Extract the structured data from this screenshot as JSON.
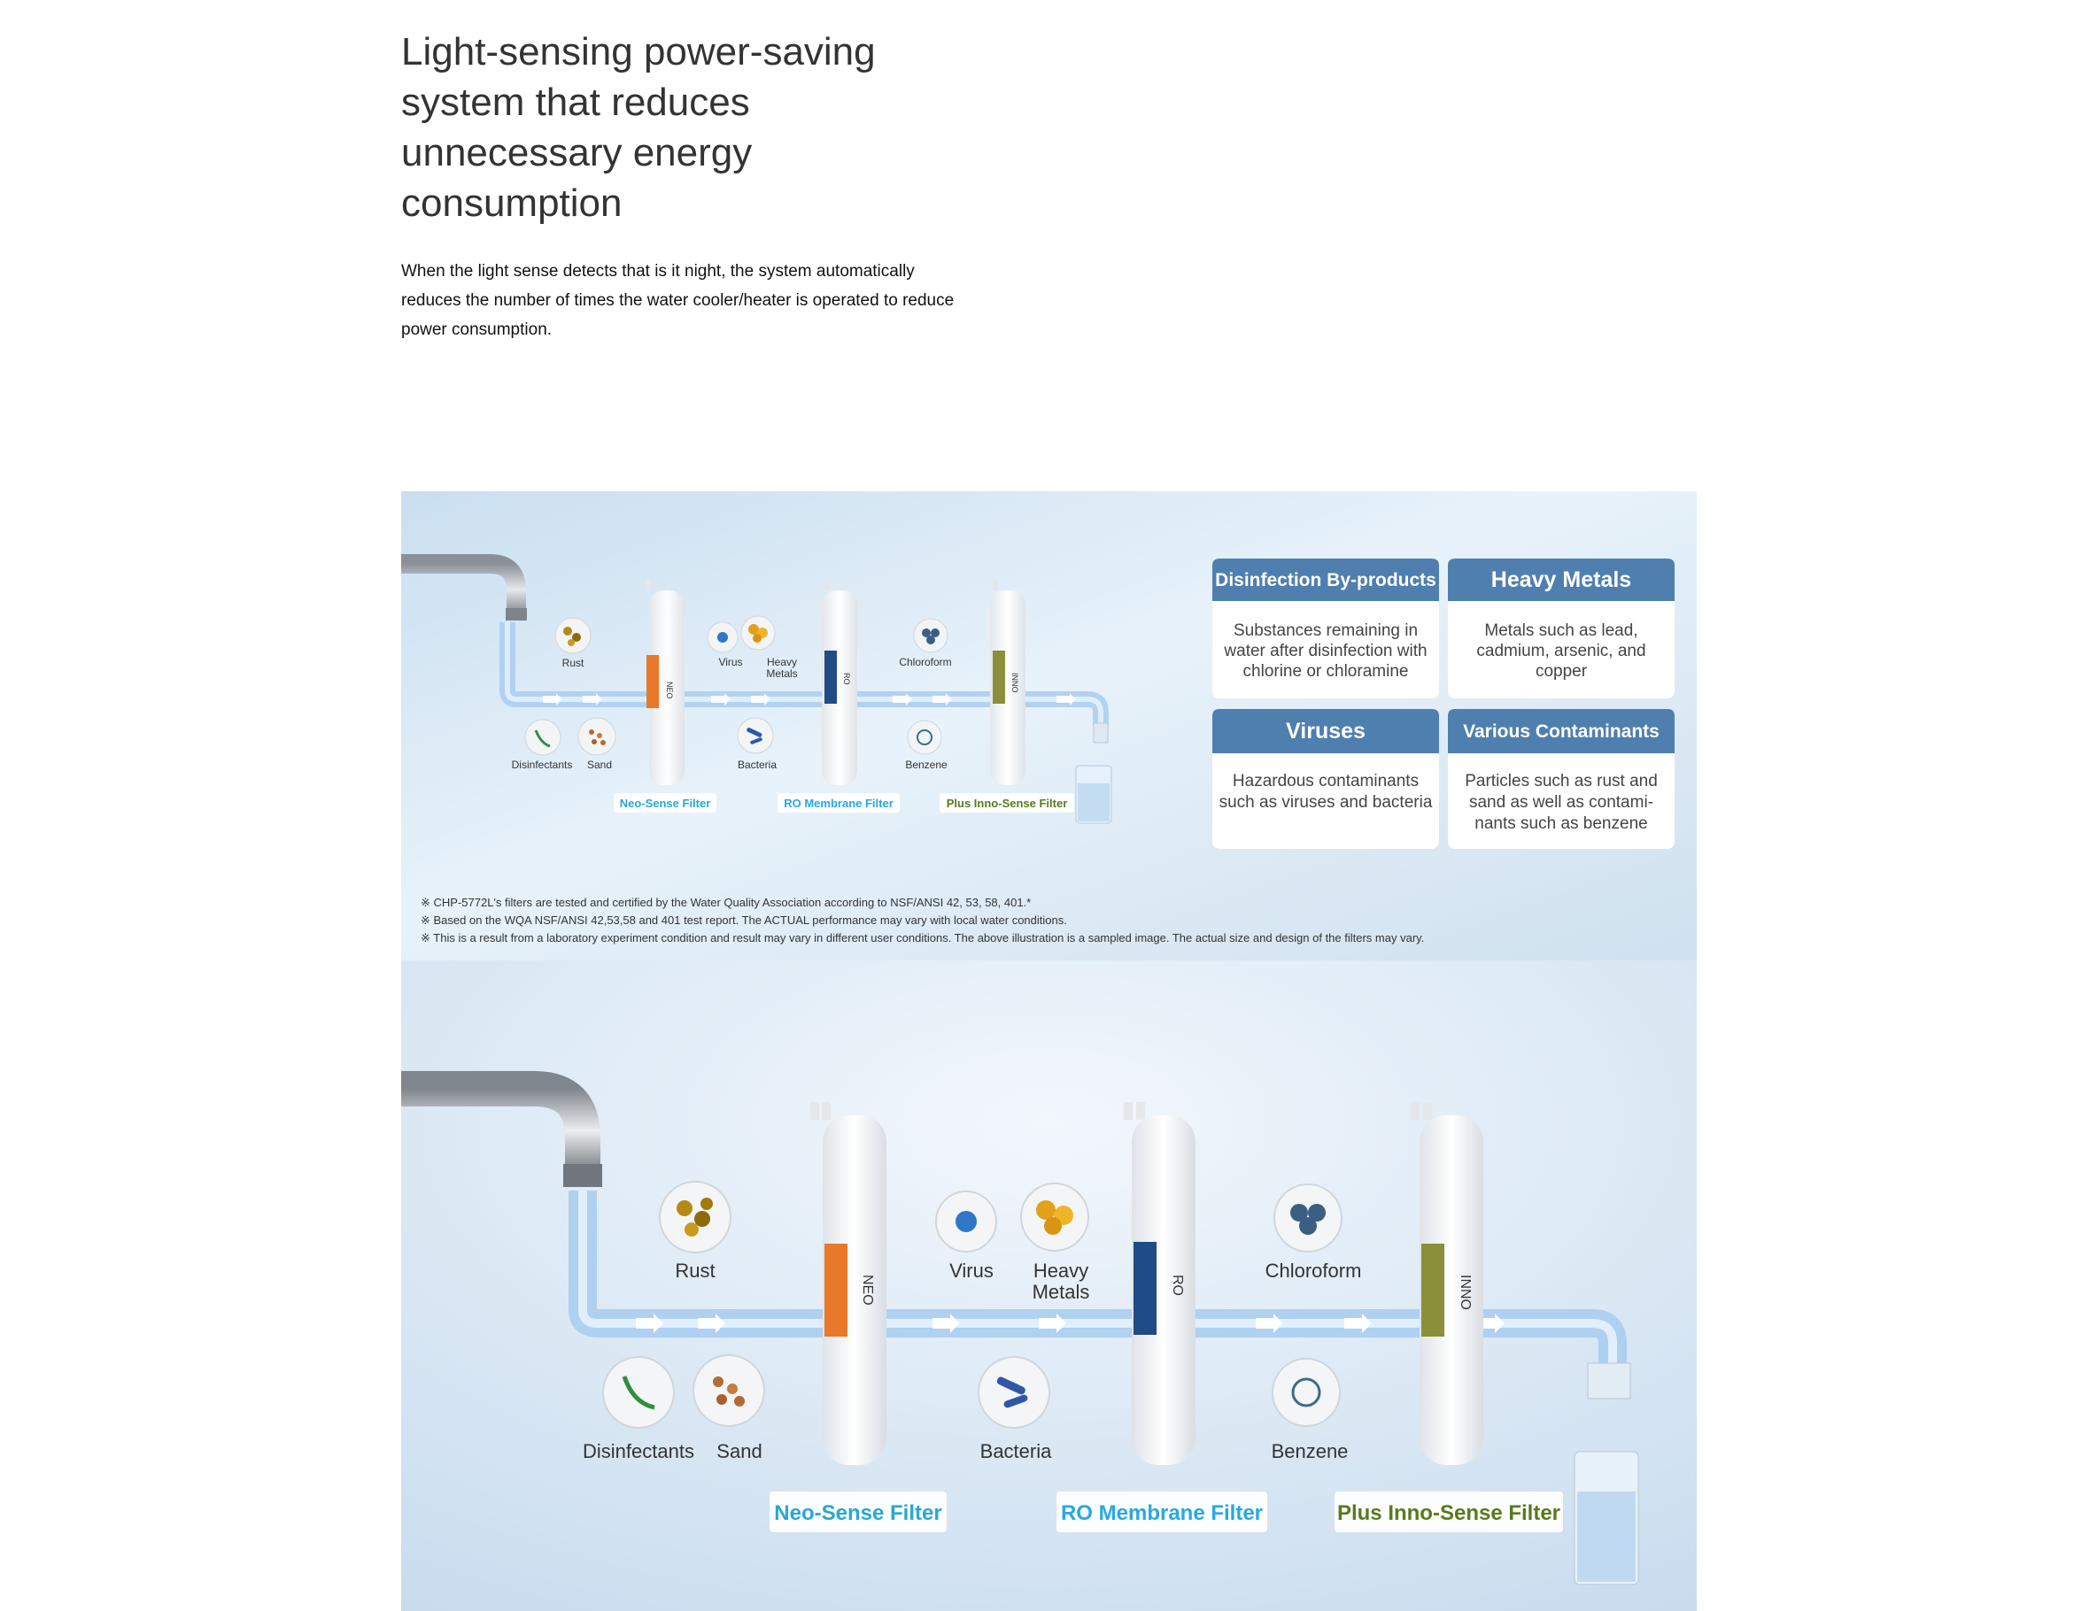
{
  "section": {
    "title": "Light-sensing power-saving system that reduces unnecessary energy consumption",
    "description": "When the light sense detects that is it night, the system automatically reduces the number of times the water cooler/heater is operated to reduce power consumption."
  },
  "contaminants": {
    "rust": "Rust",
    "virus": "Virus",
    "heavy_metals_line1": "Heavy",
    "heavy_metals_line2": "Metals",
    "chloroform": "Chloroform",
    "disinfectants": "Disinfectants",
    "sand": "Sand",
    "bacteria": "Bacteria",
    "benzene": "Benzene"
  },
  "filters": {
    "neo": "Neo-Sense Filter",
    "ro": "RO Membrane Filter",
    "inno": "Plus Inno-Sense Filter",
    "neo_tag": "NEO",
    "ro_tag": "RO",
    "inno_tag": "INNO"
  },
  "cards": [
    {
      "title": "Disinfection By-products",
      "lines": [
        "Substances remaining in",
        "water after disinfection with",
        "chlorine or chloramine"
      ]
    },
    {
      "title": "Heavy Metals",
      "lines": [
        "Metals such as lead,",
        "cadmium, arsenic, and",
        "copper"
      ]
    },
    {
      "title": "Viruses",
      "lines": [
        "Hazardous contaminants",
        "such as viruses and bacteria"
      ]
    },
    {
      "title": "Various Contaminants",
      "lines": [
        "Particles such as rust and",
        "sand as well as contami-",
        "nants such as benzene"
      ]
    }
  ],
  "notes": [
    "※ CHP-5772L's filters are tested and certified by the Water Quality Association according to NSF/ANSI 42, 53, 58, 401.*",
    "※ Based on the WQA NSF/ANSI 42,53,58 and 401 test report. The ACTUAL performance may vary with local water conditions.",
    "※ This is a result from a laboratory experiment condition and result may vary in different user conditions. The above illustration is a sampled image. The actual size and design of the filters may vary."
  ],
  "colors": {
    "card_header": "#4f7fae",
    "neo_accent": "#e8792a",
    "ro_accent": "#1f4b86",
    "inno_accent": "#8a8f3a",
    "neo_label": "#29a8cf",
    "ro_label": "#29a8e0",
    "inno_label": "#5a7a1c"
  }
}
